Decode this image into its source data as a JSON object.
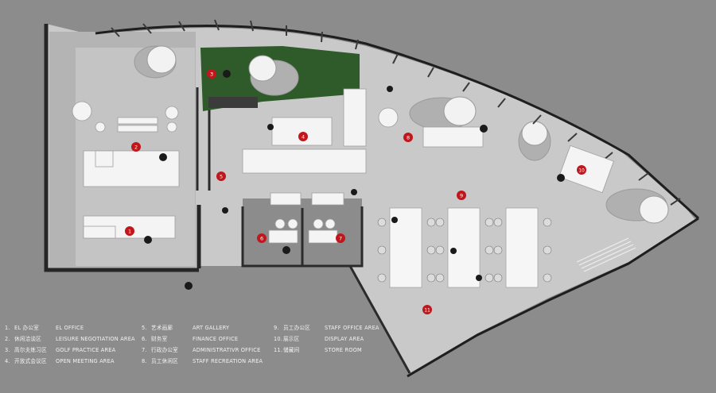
{
  "colors": {
    "background": "#8c8c8c",
    "floor": "#c9c9c9",
    "wall": "#2b2b2b",
    "green_area": "#2f5a2a",
    "marker": "#c0161c",
    "furniture": "#f4f4f4"
  },
  "markers": [
    {
      "id": "m1",
      "label": "1"
    },
    {
      "id": "m2",
      "label": "2"
    },
    {
      "id": "m3",
      "label": "3"
    },
    {
      "id": "m4",
      "label": "4"
    },
    {
      "id": "m5",
      "label": "5"
    },
    {
      "id": "m6",
      "label": "6"
    },
    {
      "id": "m7",
      "label": "7"
    },
    {
      "id": "m8",
      "label": "8"
    },
    {
      "id": "m9",
      "label": "9"
    },
    {
      "id": "m10",
      "label": "10"
    },
    {
      "id": "m11",
      "label": "11"
    }
  ],
  "legend": [
    {
      "num": "1.",
      "zh": "EL 办公室",
      "en": "EL OFFICE"
    },
    {
      "num": "2.",
      "zh": "休闲洽谈区",
      "en": "LEISURE NEGOTIATION AREA"
    },
    {
      "num": "3.",
      "zh": "高尔夫练习区",
      "en": "GOLF PRACTICE AREA"
    },
    {
      "num": "4.",
      "zh": "开放式会议区",
      "en": "OPEN MEETING AREA"
    },
    {
      "num": "5.",
      "zh": "艺术画廊",
      "en": "ART GALLERY"
    },
    {
      "num": "6.",
      "zh": "财务室",
      "en": "FINANCE OFFICE"
    },
    {
      "num": "7.",
      "zh": "行政办公室",
      "en": "ADMINISTRATIVR OFFICE"
    },
    {
      "num": "8.",
      "zh": "员工休闲区",
      "en": "STAFF RECREATION AREA"
    },
    {
      "num": "9.",
      "zh": "员工办公区",
      "en": "STAFF OFFICE AREA"
    },
    {
      "num": "10.",
      "zh": "展示区",
      "en": "DISPLAY AREA"
    },
    {
      "num": "11.",
      "zh": "储藏间",
      "en": "STORE ROOM"
    }
  ]
}
